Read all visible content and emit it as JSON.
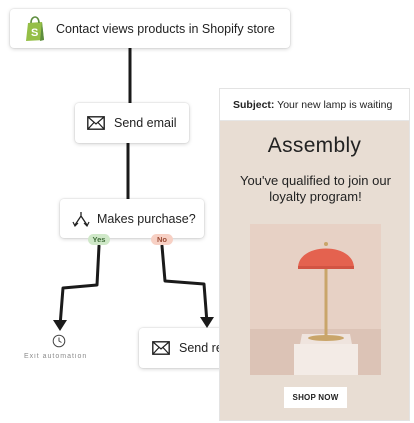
{
  "flow": {
    "trigger": {
      "label": "Contact views products in Shopify store",
      "icon": "shopify-bag-icon"
    },
    "send_email": {
      "label": "Send email",
      "icon": "envelope-icon"
    },
    "condition": {
      "label": "Makes purchase?",
      "icon": "split-icon"
    },
    "branches": {
      "yes": {
        "label": "Yes",
        "color": "#cfe8c8"
      },
      "no": {
        "label": "No",
        "color": "#f7d0c4"
      }
    },
    "exit": {
      "label": "Exit automation",
      "icon": "clock-icon"
    },
    "reminder": {
      "label": "Send reminder",
      "icon": "envelope-icon"
    }
  },
  "email_preview": {
    "subject_label": "Subject:",
    "subject": "Your new lamp is waiting",
    "brand": "Assembly",
    "headline": "You've qualified to join our loyalty program!",
    "cta": "SHOP NOW",
    "background": "#e8ddd3"
  },
  "colors": {
    "connector": "#1a1a1a",
    "shopify_green": "#95bf47",
    "lamp_shade": "#e4624f",
    "lamp_brass": "#c9a56a"
  }
}
